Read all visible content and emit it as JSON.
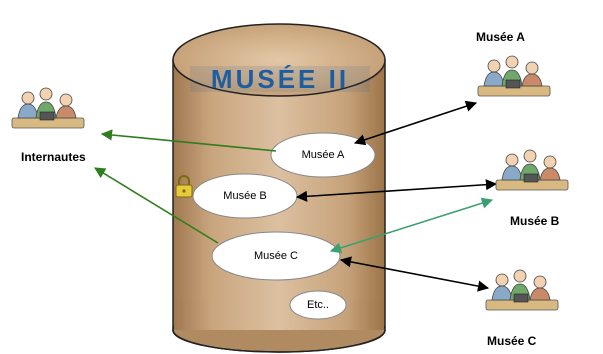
{
  "logo": {
    "text": "MUSÉE II",
    "color": "#1f5e9e"
  },
  "cylinder_items": [
    {
      "label": "Musée A"
    },
    {
      "label": "Musée B",
      "locked": true
    },
    {
      "label": "Musée C"
    },
    {
      "label": "Etc.."
    }
  ],
  "external": {
    "internautes": "Internautes",
    "museum_a": "Musée A",
    "museum_b": "Musée B",
    "museum_c": "Musée C"
  },
  "icons": {
    "people_group": "people-group-icon",
    "lock": "lock-icon"
  },
  "colors": {
    "cylinder": "#c9a57e",
    "arrow_green": "#2e7d1e",
    "arrow_teal": "#3aa070",
    "arrow_black": "#000000"
  }
}
